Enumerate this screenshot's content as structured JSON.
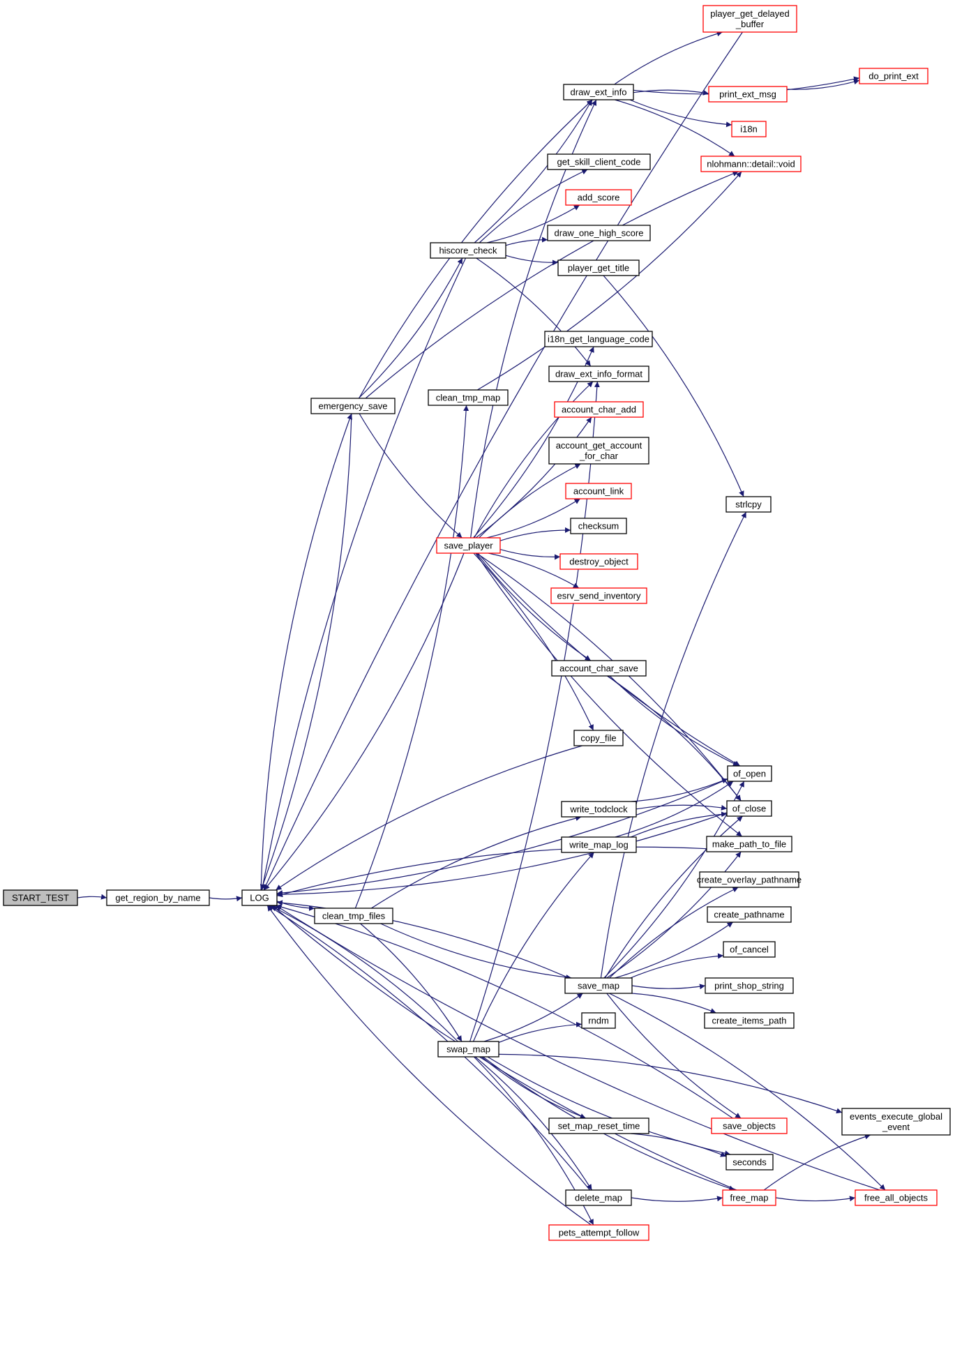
{
  "nodes": [
    {
      "id": "start_test",
      "lines": [
        "START_TEST"
      ],
      "focus": true
    },
    {
      "id": "get_region_by_name",
      "lines": [
        "get_region_by_name"
      ]
    },
    {
      "id": "log",
      "lines": [
        "LOG"
      ]
    },
    {
      "id": "emergency_save",
      "lines": [
        "emergency_save"
      ]
    },
    {
      "id": "clean_tmp_files",
      "lines": [
        "clean_tmp_files"
      ]
    },
    {
      "id": "hiscore_check",
      "lines": [
        "hiscore_check"
      ]
    },
    {
      "id": "clean_tmp_map",
      "lines": [
        "clean_tmp_map"
      ]
    },
    {
      "id": "save_player",
      "lines": [
        "save_player"
      ],
      "truncated": true
    },
    {
      "id": "swap_map",
      "lines": [
        "swap_map"
      ]
    },
    {
      "id": "player_get_delayed_buffer",
      "lines": [
        "player_get_delayed",
        "_buffer"
      ],
      "truncated": true
    },
    {
      "id": "draw_ext_info",
      "lines": [
        "draw_ext_info"
      ]
    },
    {
      "id": "do_print_ext",
      "lines": [
        "do_print_ext"
      ],
      "truncated": true
    },
    {
      "id": "print_ext_msg",
      "lines": [
        "print_ext_msg"
      ],
      "truncated": true
    },
    {
      "id": "i18n",
      "lines": [
        "i18n"
      ],
      "truncated": true
    },
    {
      "id": "nlohmann_void",
      "lines": [
        "nlohmann::detail::void"
      ],
      "truncated": true
    },
    {
      "id": "get_skill_client_code",
      "lines": [
        "get_skill_client_code"
      ]
    },
    {
      "id": "add_score",
      "lines": [
        "add_score"
      ],
      "truncated": true
    },
    {
      "id": "draw_one_high_score",
      "lines": [
        "draw_one_high_score"
      ]
    },
    {
      "id": "player_get_title",
      "lines": [
        "player_get_title"
      ]
    },
    {
      "id": "i18n_get_language_code",
      "lines": [
        "i18n_get_language_code"
      ]
    },
    {
      "id": "draw_ext_info_format",
      "lines": [
        "draw_ext_info_format"
      ]
    },
    {
      "id": "account_char_add",
      "lines": [
        "account_char_add"
      ],
      "truncated": true
    },
    {
      "id": "account_get_account_for_char",
      "lines": [
        "account_get_account",
        "_for_char"
      ]
    },
    {
      "id": "account_link",
      "lines": [
        "account_link"
      ],
      "truncated": true
    },
    {
      "id": "checksum",
      "lines": [
        "checksum"
      ]
    },
    {
      "id": "destroy_object",
      "lines": [
        "destroy_object"
      ],
      "truncated": true
    },
    {
      "id": "esrv_send_inventory",
      "lines": [
        "esrv_send_inventory"
      ],
      "truncated": true
    },
    {
      "id": "account_char_save",
      "lines": [
        "account_char_save"
      ]
    },
    {
      "id": "copy_file",
      "lines": [
        "copy_file"
      ]
    },
    {
      "id": "strlcpy",
      "lines": [
        "strlcpy"
      ]
    },
    {
      "id": "of_open",
      "lines": [
        "of_open"
      ]
    },
    {
      "id": "of_close",
      "lines": [
        "of_close"
      ]
    },
    {
      "id": "write_todclock",
      "lines": [
        "write_todclock"
      ]
    },
    {
      "id": "write_map_log",
      "lines": [
        "write_map_log"
      ]
    },
    {
      "id": "make_path_to_file",
      "lines": [
        "make_path_to_file"
      ]
    },
    {
      "id": "create_overlay_pathname",
      "lines": [
        "create_overlay_pathname"
      ]
    },
    {
      "id": "create_pathname",
      "lines": [
        "create_pathname"
      ]
    },
    {
      "id": "of_cancel",
      "lines": [
        "of_cancel"
      ]
    },
    {
      "id": "save_map",
      "lines": [
        "save_map"
      ]
    },
    {
      "id": "print_shop_string",
      "lines": [
        "print_shop_string"
      ]
    },
    {
      "id": "create_items_path",
      "lines": [
        "create_items_path"
      ]
    },
    {
      "id": "rndm",
      "lines": [
        "rndm"
      ]
    },
    {
      "id": "set_map_reset_time",
      "lines": [
        "set_map_reset_time"
      ]
    },
    {
      "id": "save_objects",
      "lines": [
        "save_objects"
      ],
      "truncated": true
    },
    {
      "id": "events_execute_global_event",
      "lines": [
        "events_execute_global",
        "_event"
      ]
    },
    {
      "id": "seconds",
      "lines": [
        "seconds"
      ]
    },
    {
      "id": "delete_map",
      "lines": [
        "delete_map"
      ]
    },
    {
      "id": "free_map",
      "lines": [
        "free_map"
      ],
      "truncated": true
    },
    {
      "id": "free_all_objects",
      "lines": [
        "free_all_objects"
      ],
      "truncated": true
    },
    {
      "id": "pets_attempt_follow",
      "lines": [
        "pets_attempt_follow"
      ],
      "truncated": true
    }
  ],
  "edges": [
    [
      "start_test",
      "get_region_by_name"
    ],
    [
      "get_region_by_name",
      "log"
    ],
    [
      "log",
      "emergency_save"
    ],
    [
      "log",
      "clean_tmp_files"
    ],
    [
      "emergency_save",
      "draw_ext_info"
    ],
    [
      "emergency_save",
      "hiscore_check"
    ],
    [
      "emergency_save",
      "nlohmann_void"
    ],
    [
      "emergency_save",
      "save_player"
    ],
    [
      "emergency_save",
      "log"
    ],
    [
      "hiscore_check",
      "draw_ext_info"
    ],
    [
      "hiscore_check",
      "get_skill_client_code"
    ],
    [
      "hiscore_check",
      "add_score"
    ],
    [
      "hiscore_check",
      "draw_one_high_score"
    ],
    [
      "hiscore_check",
      "player_get_title"
    ],
    [
      "hiscore_check",
      "draw_ext_info_format"
    ],
    [
      "hiscore_check",
      "log"
    ],
    [
      "draw_ext_info",
      "player_get_delayed_buffer"
    ],
    [
      "draw_ext_info",
      "do_print_ext"
    ],
    [
      "draw_ext_info",
      "print_ext_msg"
    ],
    [
      "draw_ext_info",
      "i18n"
    ],
    [
      "draw_ext_info",
      "nlohmann_void"
    ],
    [
      "print_ext_msg",
      "do_print_ext"
    ],
    [
      "player_get_title",
      "strlcpy"
    ],
    [
      "clean_tmp_map",
      "nlohmann_void"
    ],
    [
      "save_player",
      "draw_ext_info"
    ],
    [
      "save_player",
      "i18n_get_language_code"
    ],
    [
      "save_player",
      "draw_ext_info_format"
    ],
    [
      "save_player",
      "account_char_add"
    ],
    [
      "save_player",
      "account_get_account_for_char"
    ],
    [
      "save_player",
      "account_link"
    ],
    [
      "save_player",
      "checksum"
    ],
    [
      "save_player",
      "destroy_object"
    ],
    [
      "save_player",
      "esrv_send_inventory"
    ],
    [
      "save_player",
      "account_char_save"
    ],
    [
      "save_player",
      "copy_file"
    ],
    [
      "save_player",
      "of_open"
    ],
    [
      "save_player",
      "of_close"
    ],
    [
      "save_player",
      "make_path_to_file"
    ],
    [
      "save_player",
      "log"
    ],
    [
      "account_char_save",
      "of_open"
    ],
    [
      "account_char_save",
      "of_close"
    ],
    [
      "clean_tmp_files",
      "clean_tmp_map"
    ],
    [
      "clean_tmp_files",
      "write_todclock"
    ],
    [
      "clean_tmp_files",
      "save_map"
    ],
    [
      "clean_tmp_files",
      "swap_map"
    ],
    [
      "write_todclock",
      "of_open"
    ],
    [
      "write_todclock",
      "of_close"
    ],
    [
      "write_map_log",
      "of_open"
    ],
    [
      "write_map_log",
      "of_close"
    ],
    [
      "swap_map",
      "draw_ext_info_format"
    ],
    [
      "swap_map",
      "write_map_log"
    ],
    [
      "swap_map",
      "save_map"
    ],
    [
      "swap_map",
      "rndm"
    ],
    [
      "swap_map",
      "set_map_reset_time"
    ],
    [
      "swap_map",
      "events_execute_global_event"
    ],
    [
      "swap_map",
      "seconds"
    ],
    [
      "swap_map",
      "delete_map"
    ],
    [
      "swap_map",
      "free_map"
    ],
    [
      "swap_map",
      "pets_attempt_follow"
    ],
    [
      "swap_map",
      "log"
    ],
    [
      "save_map",
      "strlcpy"
    ],
    [
      "save_map",
      "of_open"
    ],
    [
      "save_map",
      "of_close"
    ],
    [
      "save_map",
      "make_path_to_file"
    ],
    [
      "save_map",
      "create_overlay_pathname"
    ],
    [
      "save_map",
      "create_pathname"
    ],
    [
      "save_map",
      "of_cancel"
    ],
    [
      "save_map",
      "print_shop_string"
    ],
    [
      "save_map",
      "create_items_path"
    ],
    [
      "save_map",
      "save_objects"
    ],
    [
      "save_map",
      "free_all_objects"
    ],
    [
      "save_map",
      "log"
    ],
    [
      "set_map_reset_time",
      "seconds"
    ],
    [
      "delete_map",
      "free_map"
    ],
    [
      "free_map",
      "events_execute_global_event"
    ],
    [
      "free_map",
      "free_all_objects"
    ],
    [
      "free_map",
      "log"
    ],
    [
      "save_objects",
      "log"
    ],
    [
      "free_all_objects",
      "log"
    ],
    [
      "delete_map",
      "log"
    ],
    [
      "pets_attempt_follow",
      "log"
    ],
    [
      "copy_file",
      "log"
    ],
    [
      "of_open",
      "log"
    ],
    [
      "make_path_to_file",
      "log"
    ],
    [
      "of_close",
      "log"
    ],
    [
      "player_get_delayed_buffer",
      "log"
    ]
  ]
}
